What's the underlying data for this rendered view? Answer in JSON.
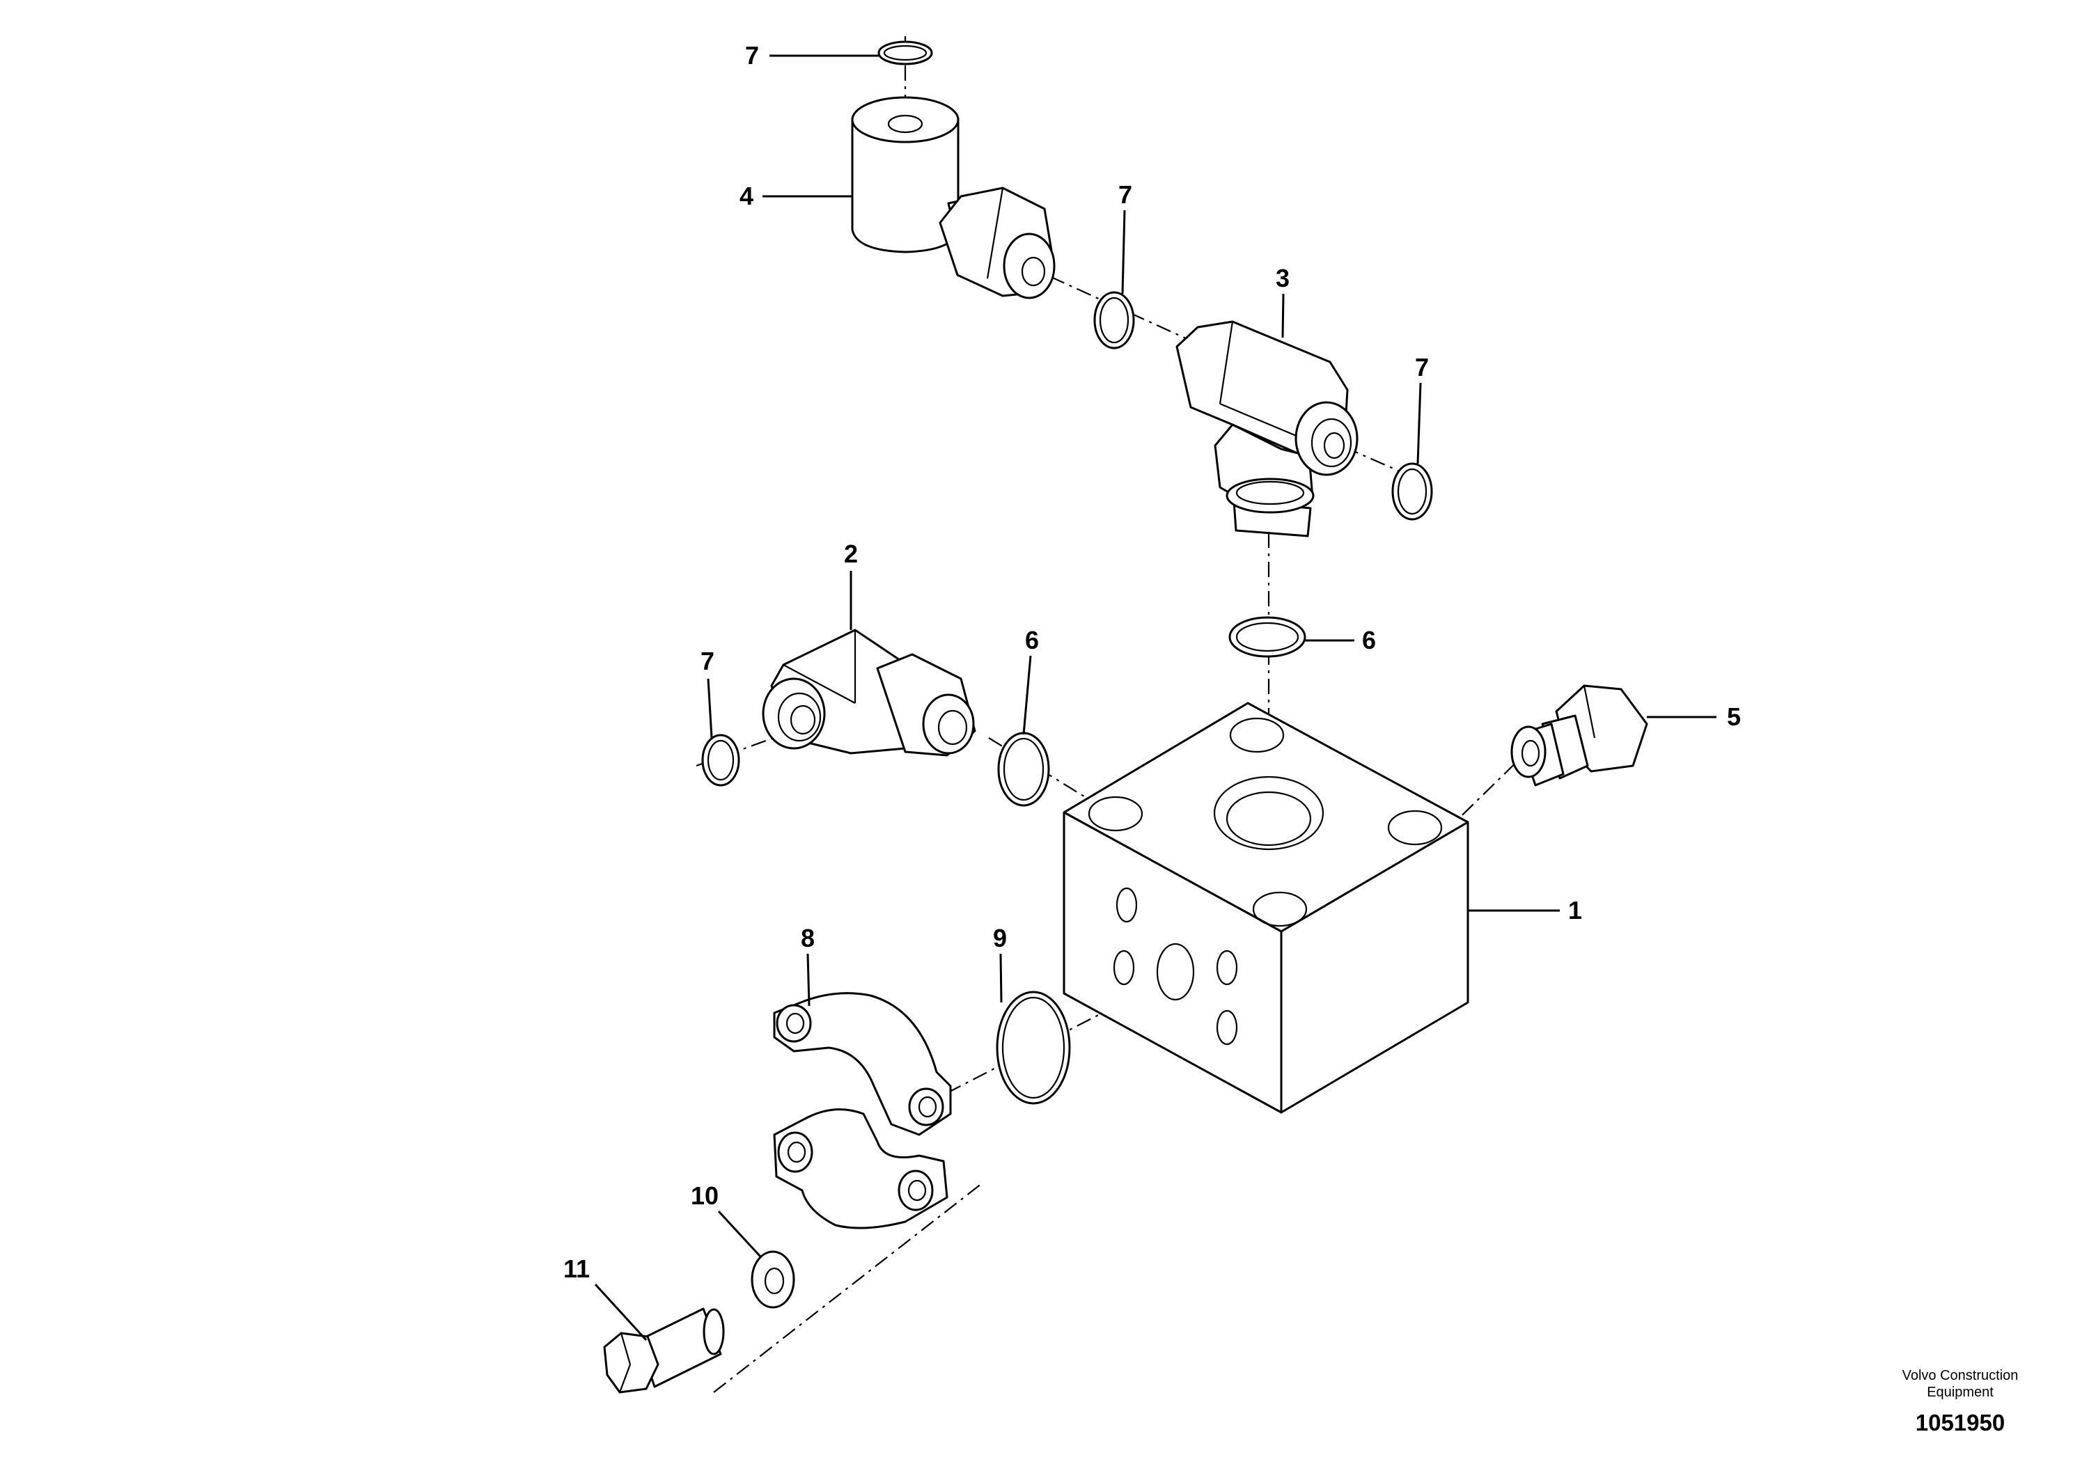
{
  "callouts": {
    "c1": "1",
    "c2": "2",
    "c3": "3",
    "c4": "4",
    "c5": "5",
    "c6a": "6",
    "c6b": "6",
    "c7a": "7",
    "c7b": "7",
    "c7c": "7",
    "c7d": "7",
    "c8": "8",
    "c9": "9",
    "c10": "10",
    "c11": "11"
  },
  "footer": {
    "company_line1": "Volvo Construction",
    "company_line2": "Equipment",
    "document_number": "1051950"
  }
}
